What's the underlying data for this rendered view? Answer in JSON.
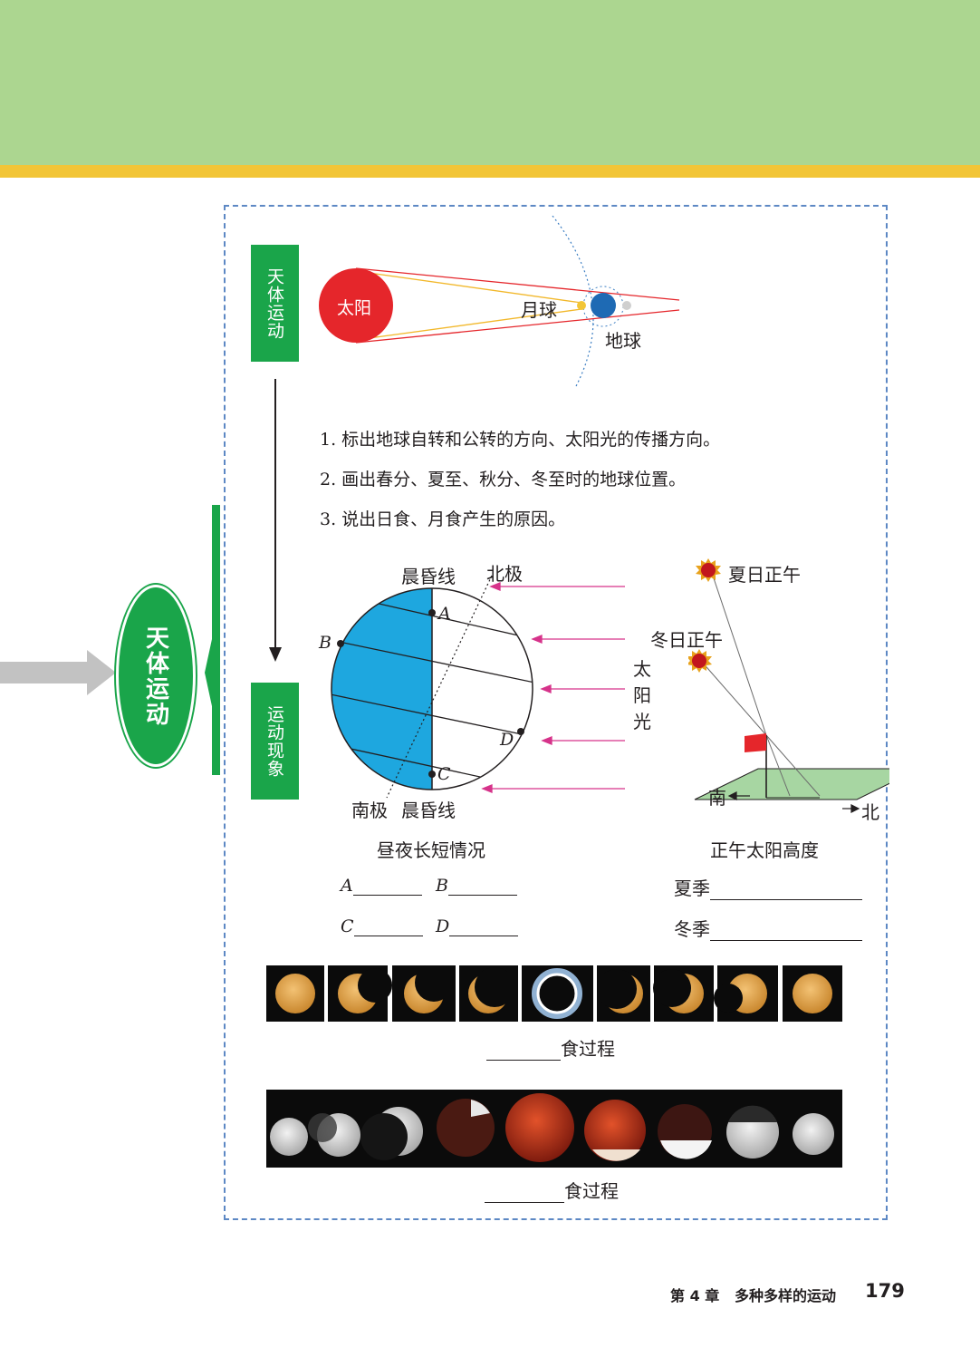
{
  "topic": {
    "label": "天体运动"
  },
  "boxes": {
    "motion": "天体运动",
    "phenomena": "运动现象"
  },
  "orbit_diagram": {
    "sun": "太阳",
    "moon": "月球",
    "earth": "地球"
  },
  "tasks": [
    "1. 标出地球自转和公转的方向、太阳光的传播方向。",
    "2. 画出春分、夏至、秋分、冬至时的地球位置。",
    "3. 说出日食、月食产生的原因。"
  ],
  "globe": {
    "terminator_top": "晨昏线",
    "north_pole": "北极",
    "south_pole": "南极",
    "terminator_bottom": "晨昏线",
    "point_a": "A",
    "point_b": "B",
    "point_c": "C",
    "point_d": "D",
    "sunlight": [
      "太",
      "阳",
      "光"
    ],
    "caption": "昼夜长短情况"
  },
  "noon": {
    "summer_noon": "夏日正午",
    "winter_noon": "冬日正午",
    "south": "南",
    "north": "北",
    "caption": "正午太阳高度"
  },
  "fill_ins": {
    "a": "A",
    "b": "B",
    "c": "C",
    "d": "D",
    "summer": "夏季",
    "winter": "冬季"
  },
  "eclipse": {
    "solar_caption": "食过程",
    "lunar_caption": "食过程"
  },
  "footer": {
    "chapter": "第 4 章   多种多样的运动",
    "page": "179"
  },
  "colors": {
    "header": "#acd690",
    "stripe": "#f2c537",
    "green": "#1aa54a",
    "frame": "#5d88c4",
    "sun": "#e5262b",
    "earth_blue": "#1ea7df"
  }
}
